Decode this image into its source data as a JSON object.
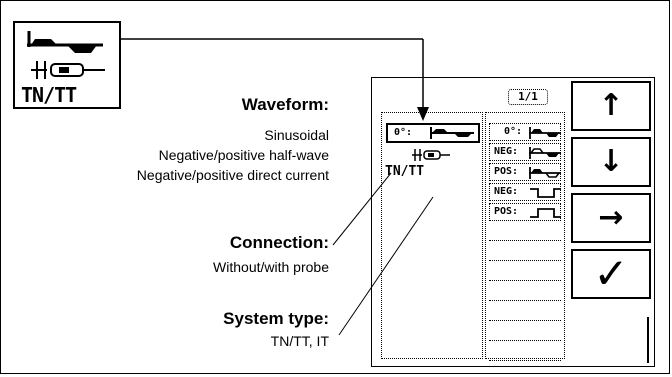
{
  "labels": {
    "waveform_title": "Waveform:",
    "waveform_lines": [
      "Sinusoidal",
      "Negative/positive half-wave",
      "Negative/positive direct current"
    ],
    "connection_title": "Connection:",
    "connection_desc": "Without/with probe",
    "system_title": "System type:",
    "system_desc": "TN/TT, IT"
  },
  "source_icon": {
    "system_code": "TN/TT"
  },
  "screen": {
    "page_indicator": "1/1",
    "left_panel": {
      "selected_tag": "0°:",
      "system_code": "TN/TT"
    },
    "options": [
      {
        "tag": "0°:",
        "icon": "sine-wave-icon"
      },
      {
        "tag": "NEG:",
        "icon": "negative-half-wave-icon"
      },
      {
        "tag": "POS:",
        "icon": "positive-half-wave-icon"
      },
      {
        "tag": "NEG:",
        "icon": "negative-dc-icon"
      },
      {
        "tag": "POS:",
        "icon": "positive-dc-icon"
      }
    ],
    "buttons": {
      "up": "↑",
      "down": "↓",
      "right": "→",
      "confirm": "✓"
    }
  }
}
